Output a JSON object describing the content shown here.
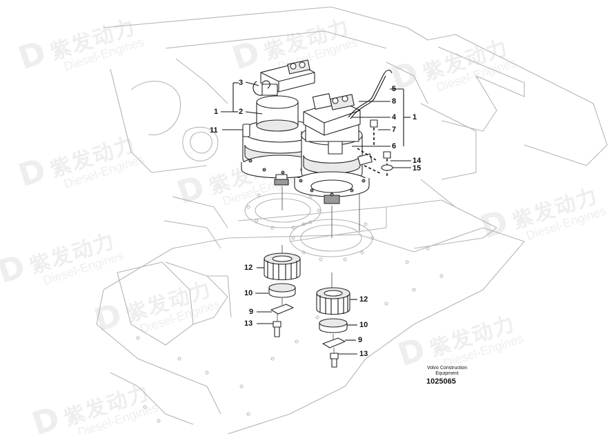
{
  "watermark": {
    "logo_glyph": "D",
    "brand_cn": "紫发动力",
    "brand_en": "Diesel-Engines"
  },
  "callouts": {
    "c1_left": "1",
    "c2": "2",
    "c3": "3",
    "c11": "11",
    "c5": "5",
    "c8": "8",
    "c4": "4",
    "c1_right": "1",
    "c7": "7",
    "c6": "6",
    "c14": "14",
    "c15": "15",
    "c12_left": "12",
    "c10_left": "10",
    "c9_left": "9",
    "c13_left": "13",
    "c12_right": "12",
    "c10_right": "10",
    "c9_right": "9",
    "c13_right": "13"
  },
  "caption": {
    "company": "Volvo Construction Equipment",
    "code": "1025065"
  }
}
